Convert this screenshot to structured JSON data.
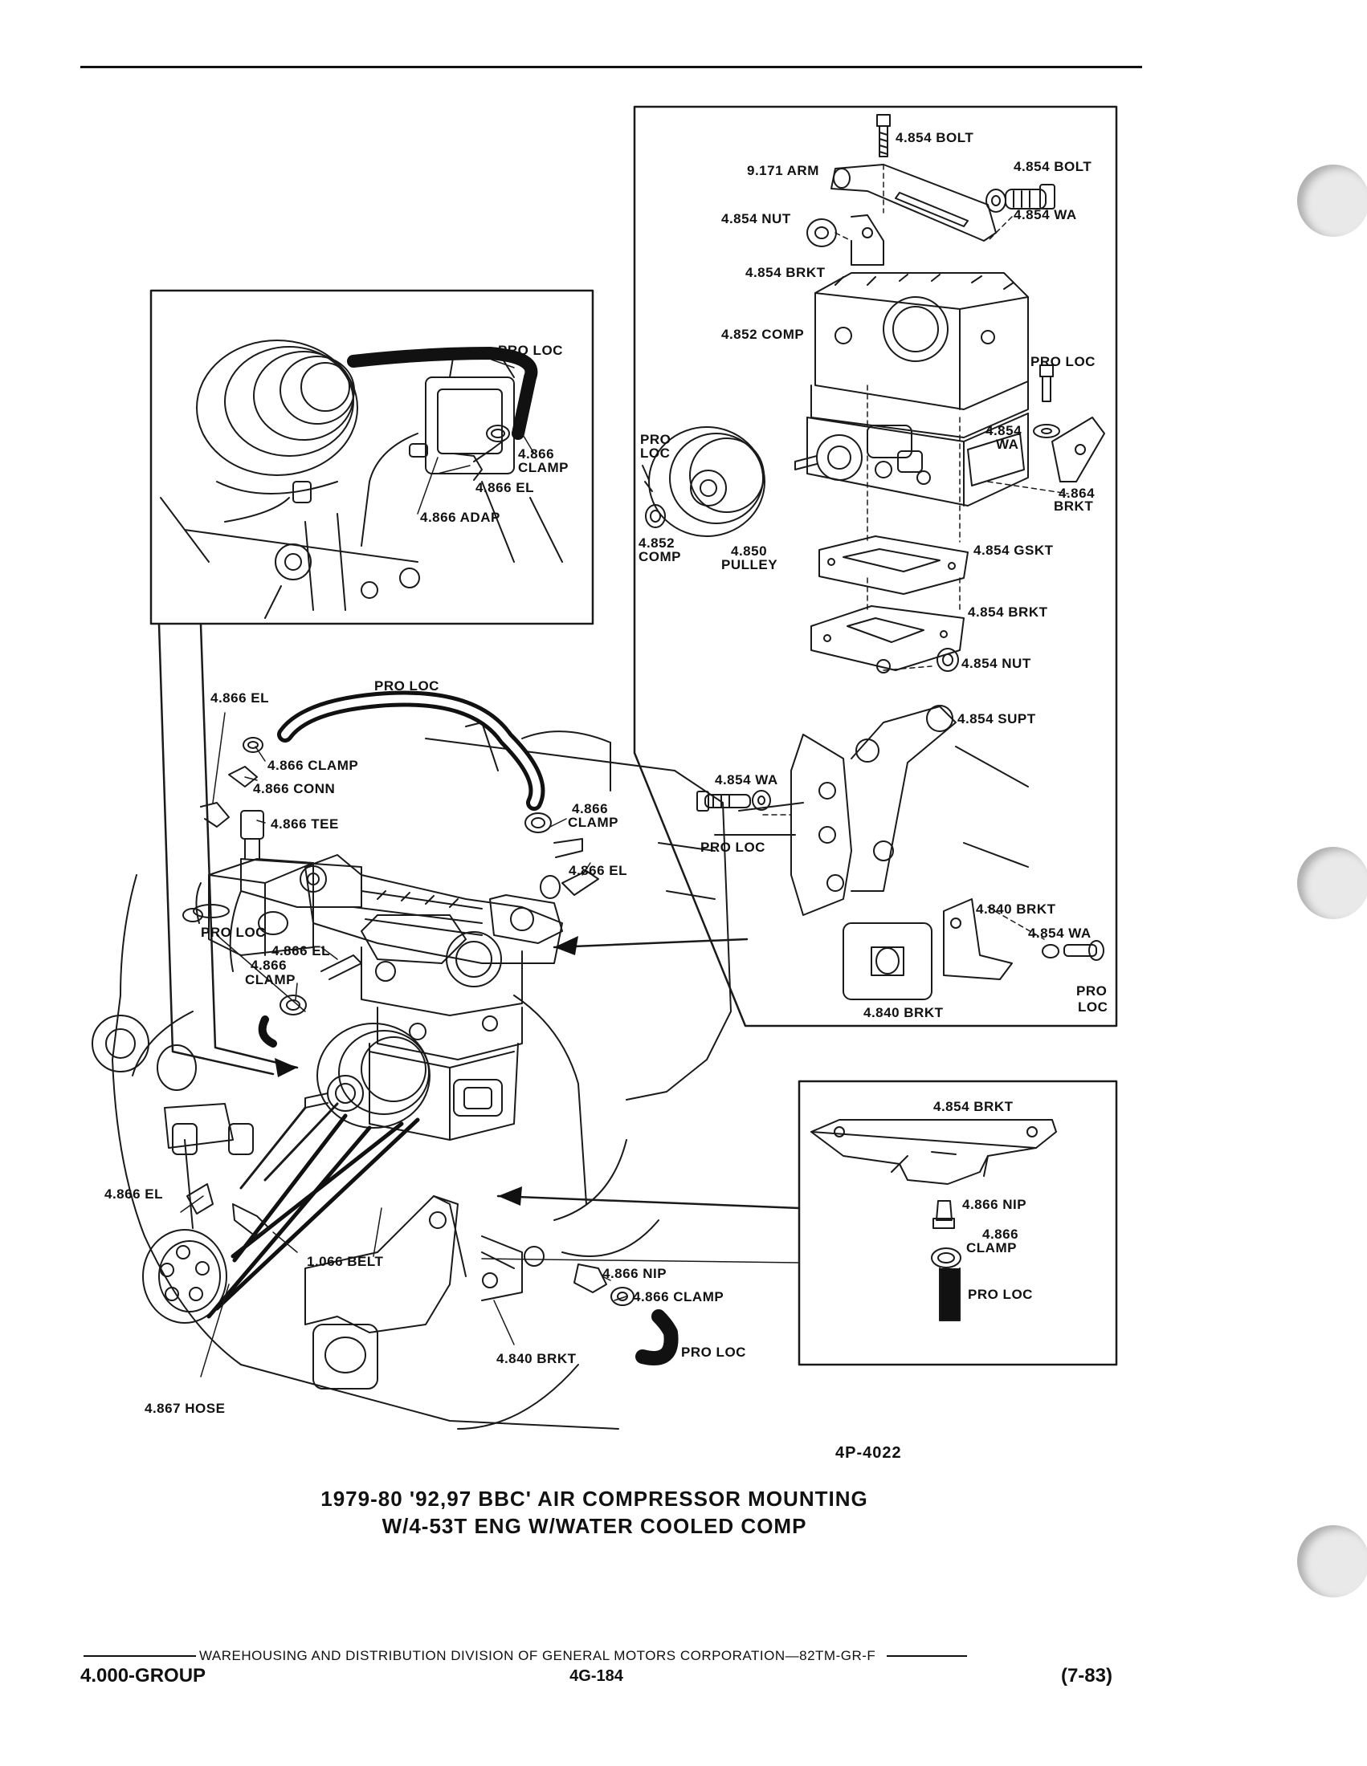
{
  "figure_id": "4P-4022",
  "caption": {
    "line1": "1979-80 '92,97 BBC' AIR COMPRESSOR MOUNTING",
    "line2": "W/4-53T ENG W/WATER COOLED COMP"
  },
  "footer": {
    "division": "WAREHOUSING AND DISTRIBUTION  DIVISION OF GENERAL MOTORS CORPORATION—82TM-GR-F",
    "group": "4.000-GROUP",
    "page_number": "4G-184",
    "revision": "(7-83)"
  },
  "inset_top_left": {
    "pro_loc": "PRO LOC",
    "clamp_num": "4.866",
    "clamp": "CLAMP",
    "el": "4.866 EL",
    "adap": "4.866 ADAP"
  },
  "inset_top_right": {
    "bolt_top": "4.854 BOLT",
    "arm": "9.171 ARM",
    "bolt_right": "4.854 BOLT",
    "wa_right": "4.854 WA",
    "nut_top": "4.854 NUT",
    "brkt_top": "4.854 BRKT",
    "comp": "4.852 COMP",
    "pro_loc_right": "PRO LOC",
    "wa_mid_num": "4.854",
    "wa_mid": "WA",
    "brkt_864_num": "4.864",
    "brkt_864": "BRKT",
    "pro_loc_left_1": "PRO",
    "pro_loc_left_2": "LOC",
    "comp_852_num": "4.852",
    "comp_852": "COMP",
    "pulley_num": "4.850",
    "pulley": "PULLEY",
    "gskt": "4.854 GSKT",
    "brkt_lower": "4.854 BRKT",
    "nut_lower": "4.854 NUT",
    "supt": "4.854 SUPT",
    "wa_lower": "4.854 WA",
    "pro_loc_lower": "PRO LOC",
    "brkt_840_right": "4.840 BRKT",
    "wa_840": "4.854 WA",
    "pro_loc_840_1": "PRO",
    "pro_loc_840_2": "LOC",
    "brkt_840_bottom": "4.840 BRKT"
  },
  "inset_bottom_right": {
    "brkt": "4.854 BRKT",
    "nip": "4.866 NIP",
    "clamp_num": "4.866",
    "clamp": "CLAMP",
    "pro_loc": "PRO LOC"
  },
  "main_view": {
    "el_top": "4.866 EL",
    "pro_loc_top": "PRO LOC",
    "clamp_top": "4.866 CLAMP",
    "conn": "4.866 CONN",
    "tee": "4.866 TEE",
    "clamp_mid_num": "4.866",
    "clamp_mid": "CLAMP",
    "el_mid": "4.866 EL",
    "pro_loc_left": "PRO LOC",
    "el_left": "4.866 EL",
    "clamp_left_num": "4.866",
    "clamp_left": "CLAMP",
    "el_lower": "4.866 EL",
    "belt": "1.066 BELT",
    "nip": "4.866 NIP",
    "clamp_lower": "4.866 CLAMP",
    "pro_loc_lower": "PRO LOC",
    "brkt_840": "4.840 BRKT",
    "hose": "4.867 HOSE"
  }
}
